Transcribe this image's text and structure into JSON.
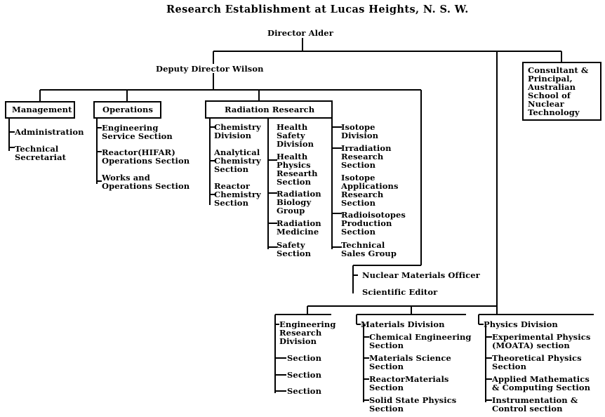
{
  "title": "Research Establishment at Lucas Heights, N. S. W.",
  "director": "Director  Alder",
  "deputy": "Deputy  Director  Wilson",
  "consultant": [
    "Consultant &",
    "Principal,",
    "Australian",
    "School of",
    "Nuclear",
    "Technology"
  ],
  "management": {
    "label": "Management",
    "items": [
      [
        "Administration"
      ],
      [
        "Technical",
        "Secretariat"
      ]
    ]
  },
  "operations": {
    "label": "Operations",
    "items": [
      [
        "Engineering",
        "Service Section"
      ],
      [
        "Reactor(HIFAR)",
        "Operations Section"
      ],
      [
        "Works and",
        "Operations Section"
      ]
    ]
  },
  "radiation": {
    "label": "Radiation  Research",
    "col1": [
      [
        "Chemistry",
        "Division"
      ],
      [
        "Analytical",
        "Chemistry",
        "Section"
      ],
      [
        "Reactor",
        "Chemistry",
        "Section"
      ]
    ],
    "col2": [
      [
        "Health",
        "Safety",
        "Division"
      ],
      [
        "Health",
        "Physics",
        "Researth",
        "Section"
      ],
      [
        "Radiation",
        "Biology",
        "Group"
      ],
      [
        "Radiation",
        "Medicine"
      ],
      [
        "Safety",
        "Section"
      ]
    ],
    "col3": [
      [
        "Isotope",
        "Division"
      ],
      [
        "Irradiation",
        "Research",
        "Section"
      ],
      [
        "Isotope",
        "Applications",
        "Research",
        "Section"
      ],
      [
        "Radioisotopes",
        "Production",
        "Section"
      ],
      [
        "Technical",
        "Sales Group"
      ]
    ]
  },
  "nuclear_materials_officer": "Nuclear  Materials  Officer",
  "scientific_editor": "Scientific  Editor",
  "engineering_research": {
    "label": [
      "Engineering",
      "Research",
      "Division"
    ],
    "items": [
      "Section",
      "Section",
      "Section"
    ]
  },
  "materials_division": {
    "label": "Materials Division",
    "items": [
      [
        "Chemical Engineering",
        "Section"
      ],
      [
        "Materials Science",
        "Section"
      ],
      [
        "ReactorMaterials",
        "Section"
      ],
      [
        "Solid State Physics",
        "Section"
      ]
    ]
  },
  "physics_division": {
    "label": "Physics Division",
    "items": [
      [
        "Experimental Physics",
        "(MOATA) section"
      ],
      [
        "Theoretical Physics",
        "Section"
      ],
      [
        "Applied Mathematics",
        "& Computing Section"
      ],
      [
        "Instrumentation &",
        "Control section"
      ]
    ]
  }
}
